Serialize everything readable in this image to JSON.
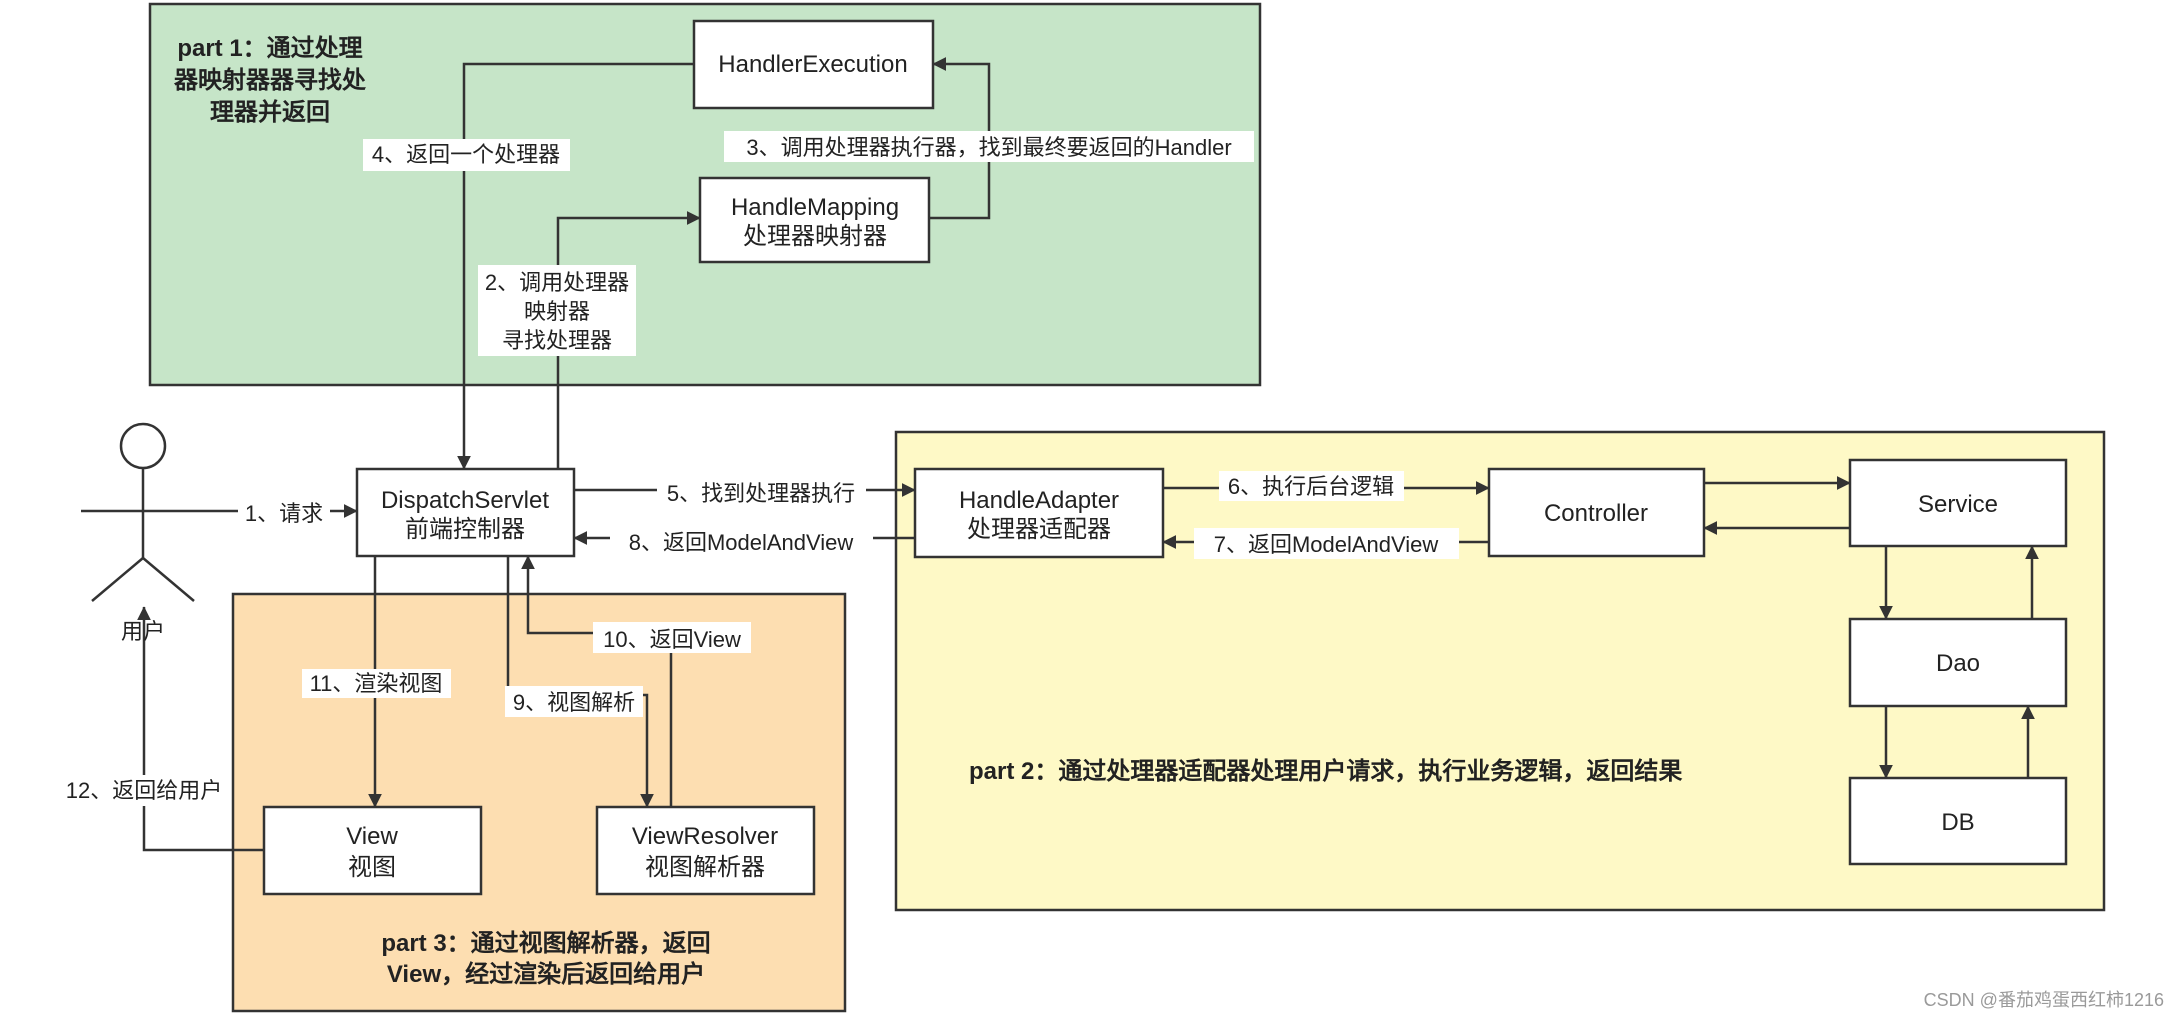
{
  "colors": {
    "part1_bg": "#c6e5c8",
    "part2_bg": "#fef9c6",
    "part3_bg": "#fddeb1",
    "box_bg": "#ffffff",
    "stroke": "#333333",
    "watermark": "#9a9a9a"
  },
  "part1": {
    "title_lines": [
      "part 1：通过处理",
      "器映射器器寻找处",
      "理器并返回"
    ]
  },
  "part2": {
    "title": "part 2：通过处理器适配器处理用户请求，执行业务逻辑，返回结果"
  },
  "part3": {
    "title_lines": [
      "part 3：通过视图解析器，返回",
      "View，经过渲染后返回给用户"
    ]
  },
  "user": {
    "label": "用户",
    "icon": "stick-figure-icon"
  },
  "nodes": {
    "handler_execution": {
      "lines": [
        "HandlerExecution"
      ]
    },
    "handle_mapping": {
      "lines": [
        "HandleMapping",
        "处理器映射器"
      ]
    },
    "dispatch_servlet": {
      "lines": [
        "DispatchServlet",
        "前端控制器"
      ]
    },
    "handle_adapter": {
      "lines": [
        "HandleAdapter",
        "处理器适配器"
      ]
    },
    "controller": {
      "lines": [
        "Controller"
      ]
    },
    "service": {
      "lines": [
        "Service"
      ]
    },
    "dao": {
      "lines": [
        "Dao"
      ]
    },
    "db": {
      "lines": [
        "DB"
      ]
    },
    "view": {
      "lines": [
        "View",
        "视图"
      ]
    },
    "view_resolver": {
      "lines": [
        "ViewResolver",
        "视图解析器"
      ]
    }
  },
  "edges": {
    "request": {
      "lines": [
        "1、请求"
      ]
    },
    "call_mapping": {
      "lines": [
        "2、调用处理器",
        "映射器",
        "寻找处理器"
      ]
    },
    "call_execution": {
      "lines": [
        "3、调用处理器执行器，找到最终要返回的Handler"
      ]
    },
    "return_handler": {
      "lines": [
        "4、返回一个处理器"
      ]
    },
    "find_execute": {
      "lines": [
        "5、找到处理器执行"
      ]
    },
    "execute_logic": {
      "lines": [
        "6、执行后台逻辑"
      ]
    },
    "return_mav_7": {
      "lines": [
        "7、返回ModelAndView"
      ]
    },
    "return_mav_8": {
      "lines": [
        "8、返回ModelAndView"
      ]
    },
    "view_resolve": {
      "lines": [
        "9、视图解析"
      ]
    },
    "return_view": {
      "lines": [
        "10、返回View"
      ]
    },
    "render_view": {
      "lines": [
        "11、渲染视图"
      ]
    },
    "return_user": {
      "lines": [
        "12、返回给用户"
      ]
    }
  },
  "watermark": "CSDN @番茄鸡蛋西红柿1216"
}
